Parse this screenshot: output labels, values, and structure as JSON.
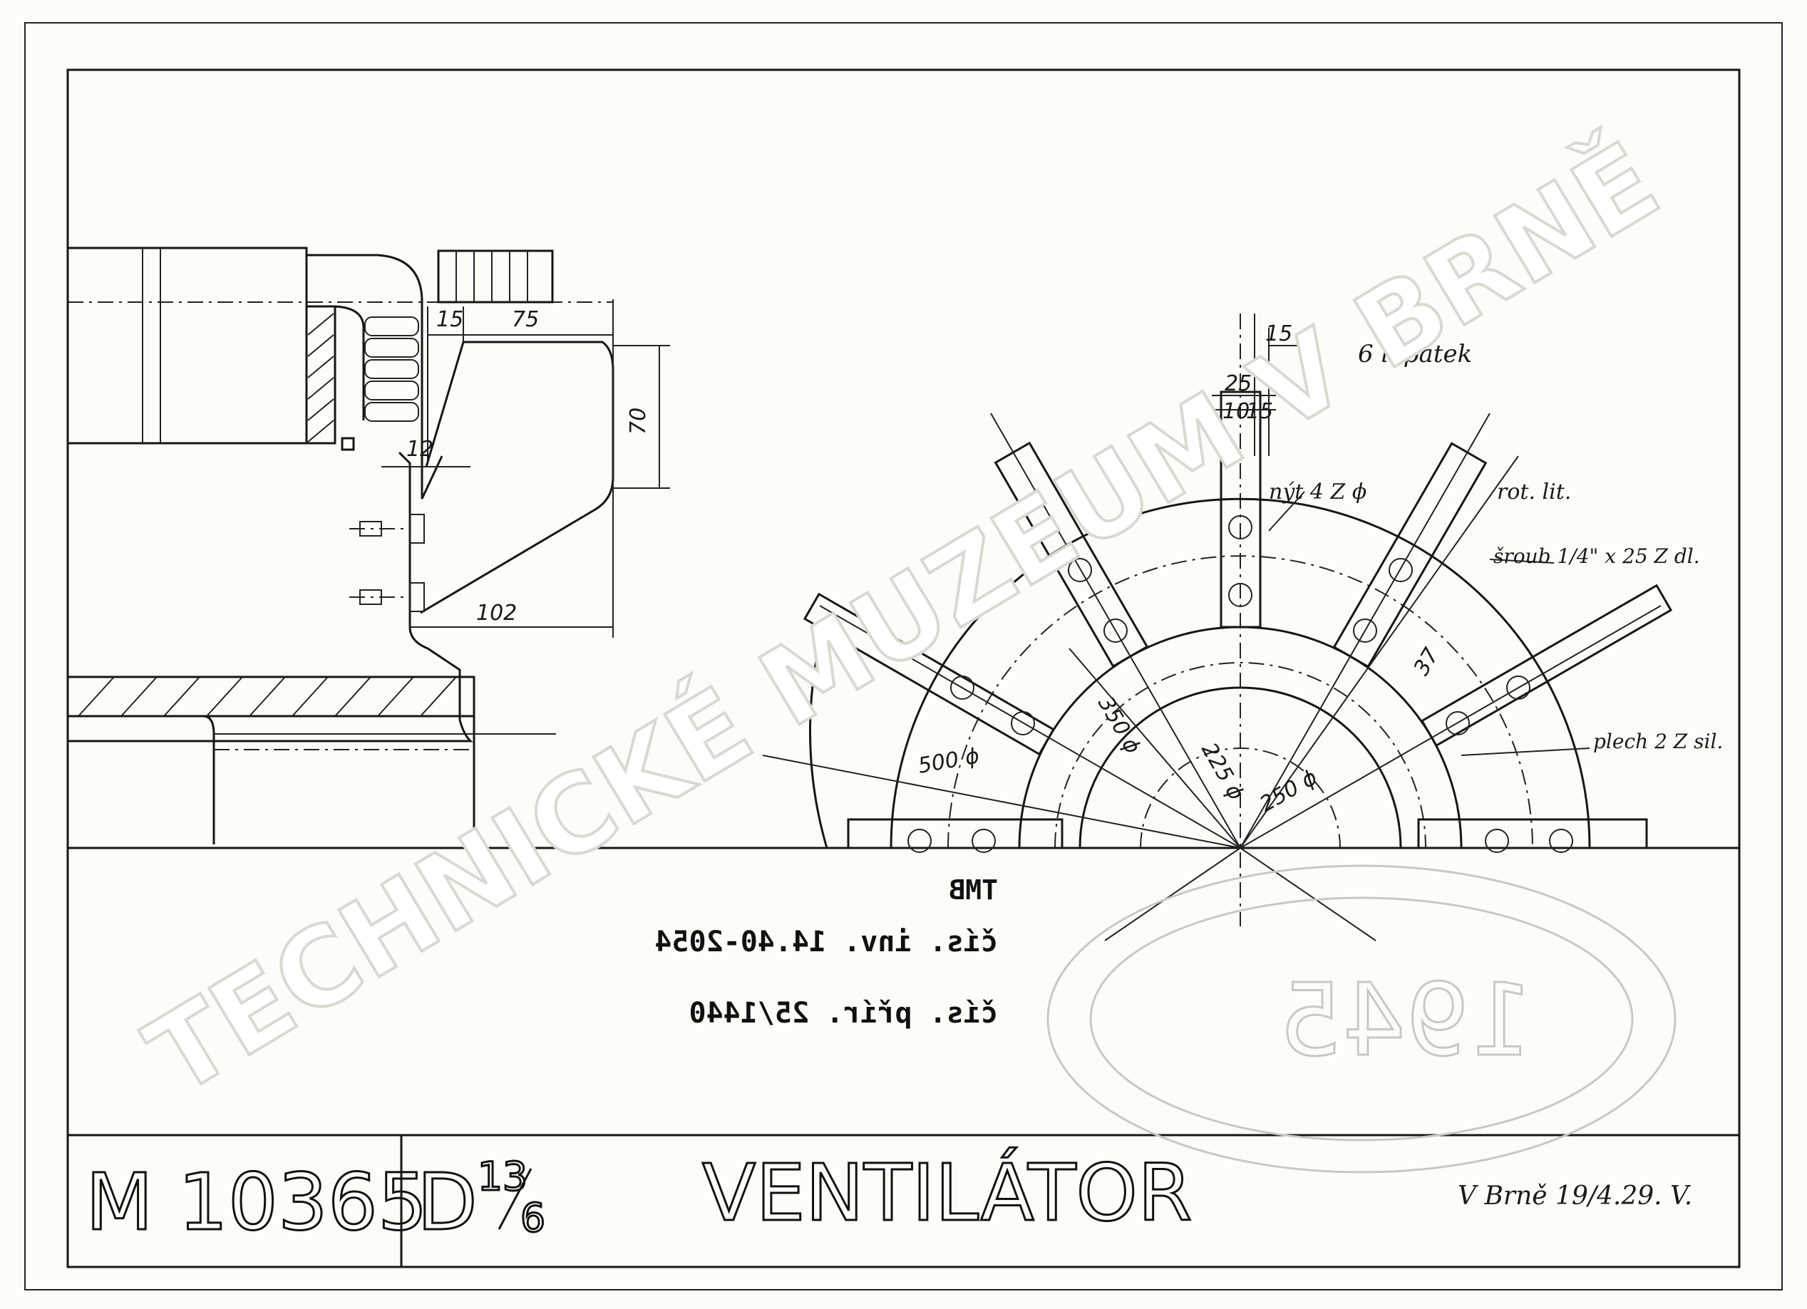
{
  "title_block": {
    "drawing_number": "M 10365",
    "sheet_ref": "D",
    "sheet_fraction_top": "13",
    "sheet_fraction_bottom": "6",
    "title": "VENTILÁTOR",
    "signature": "V Brně 19/4.29. V."
  },
  "stamp": {
    "line1": "TMB",
    "line2": "čís. inv. 14.40-2054",
    "line3": "čís. přír. 25/1440"
  },
  "watermark": {
    "text": "TECHNICKÉ MUZEUM V BRNĚ"
  },
  "round_stamp": {
    "text": "1945"
  },
  "section_view": {
    "dims": {
      "d15": "15",
      "d75": "75",
      "d70": "70",
      "d12": "12",
      "d102": "102"
    }
  },
  "front_view": {
    "dims": {
      "d15": "15",
      "d25": "25",
      "d10": "10",
      "d15b": "15",
      "d37": "37",
      "dia500": "500 ϕ",
      "dia350": "350 ϕ",
      "dia225": "225 ϕ",
      "dia250": "250 ϕ"
    },
    "notes": {
      "blades": "6 lopatek",
      "rivets": "nýt 4 Z ϕ",
      "casting": "rot. lit.",
      "screw": "šroub 1/4\" x 25 Z dl.",
      "plate": "plech 2 Z sil."
    }
  }
}
